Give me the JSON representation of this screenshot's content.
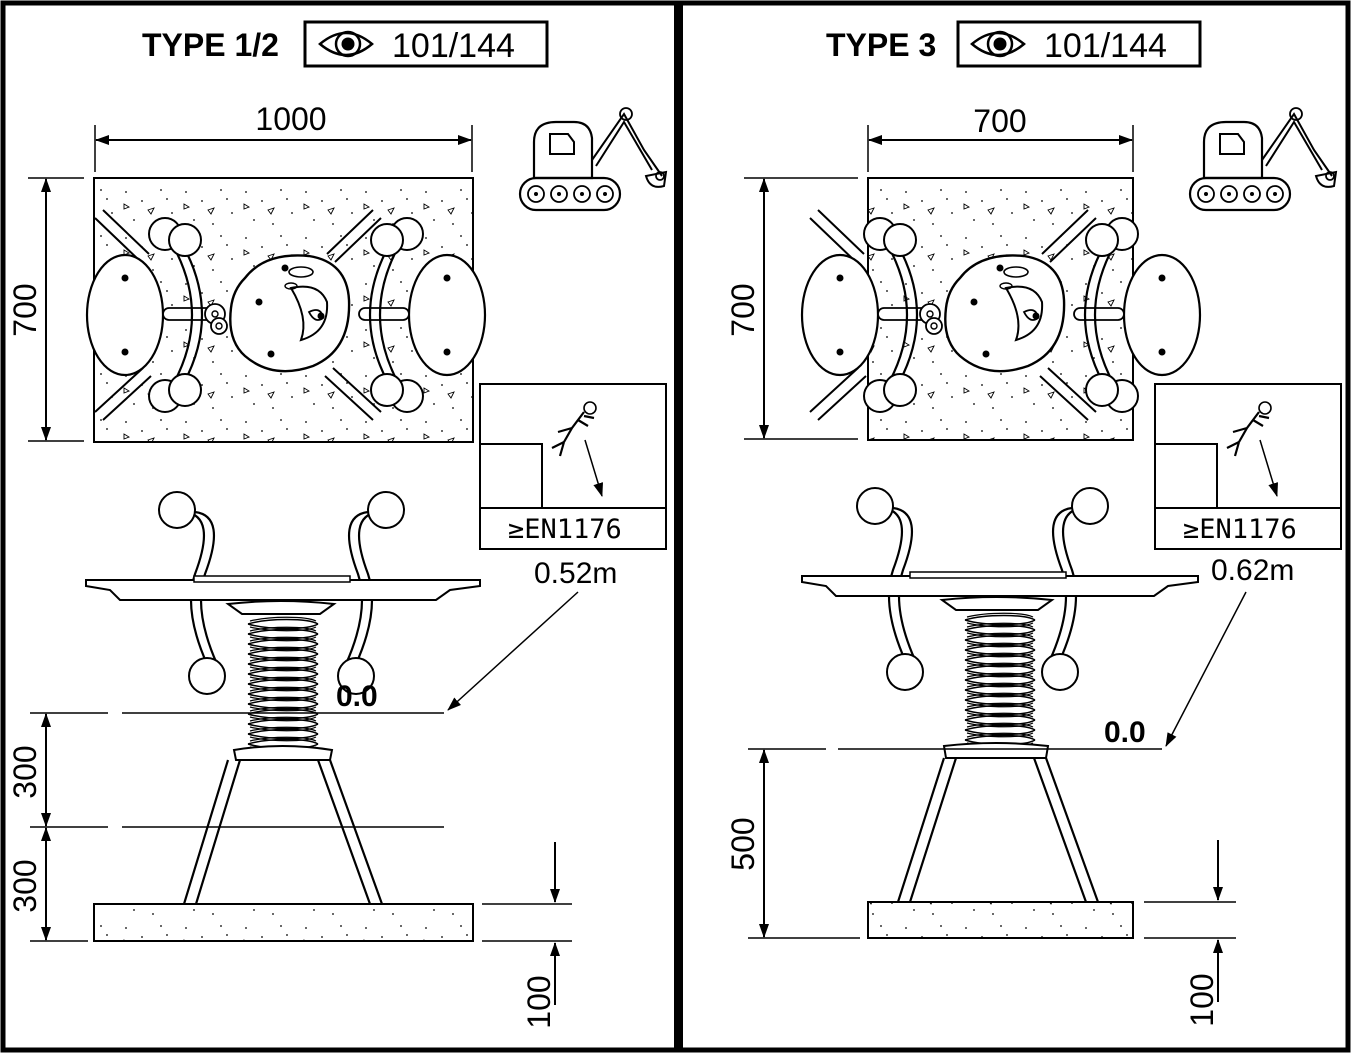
{
  "panels": [
    {
      "title": "TYPE 1/2",
      "code": "101/144",
      "width_dim": "1000",
      "depth_dim": "700",
      "standard": "≥EN1176",
      "fall_height": "0.52m",
      "level": "0.0",
      "heights": [
        "300",
        "300"
      ],
      "footing_dim": "100"
    },
    {
      "title": "TYPE 3",
      "code": "101/144",
      "width_dim": "700",
      "depth_dim": "700",
      "standard": "≥EN1176",
      "fall_height": "0.62m",
      "level": "0.0",
      "heights": [
        "500"
      ],
      "footing_dim": "100"
    }
  ],
  "icons": [
    "eye-icon",
    "excavator-icon",
    "falling-child-icon"
  ]
}
